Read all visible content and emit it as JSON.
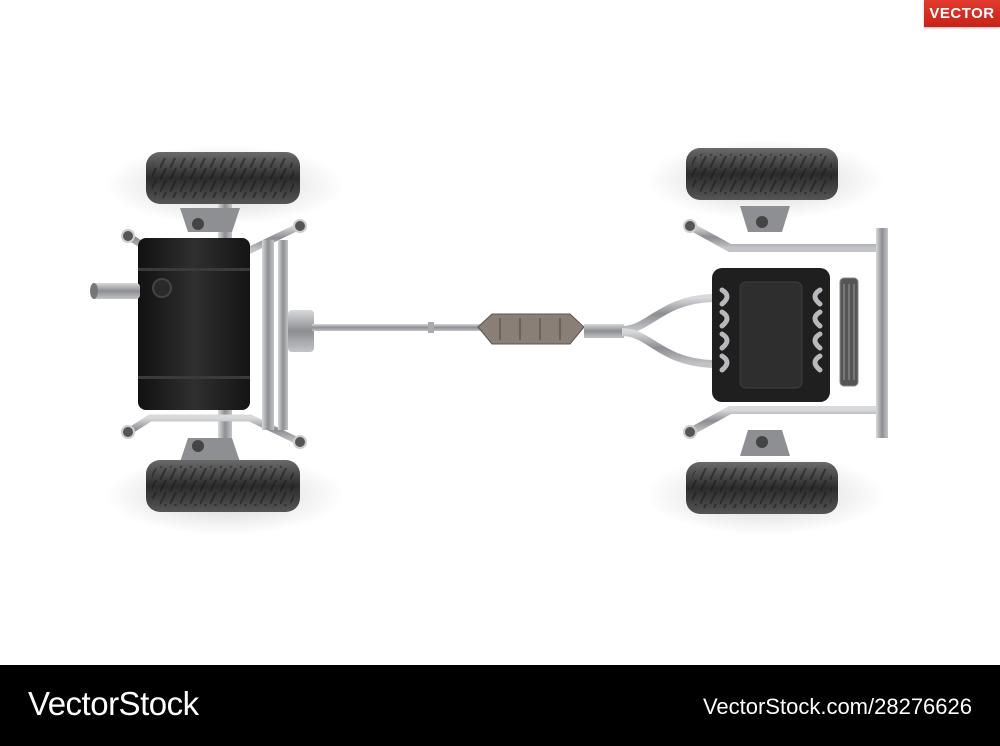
{
  "badge": {
    "label": "VECTOR",
    "color": "#d52b20"
  },
  "footer": {
    "brand": "VectorStock",
    "image_id": "VectorStock.com/28276626",
    "background": "#000000"
  },
  "illustration": {
    "subject": "car chassis top view",
    "palette": {
      "tire": "#3a3a3a",
      "frame": "#9a9ca0",
      "engine": "#2a2a2a",
      "tank": "#1e1e1e"
    }
  }
}
